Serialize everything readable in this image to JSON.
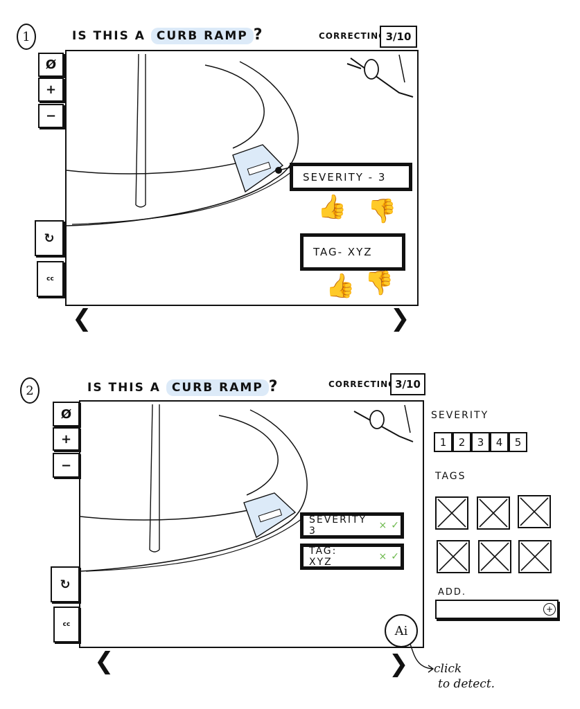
{
  "panel1": {
    "step_number": "1",
    "question_prefix": "IS THIS A",
    "question_highlight": "CURB RAMP",
    "question_suffix": "?",
    "counter_label": "CORRECTING",
    "counter_value": "3/10",
    "tools": {
      "reset": "Ø",
      "zoom_in": "+",
      "zoom_out": "−",
      "rotate": "↻",
      "captions": "cc"
    },
    "severity_label": "SEVERITY - 3",
    "tag_label": "TAG- XYZ",
    "thumbs_up": "👍",
    "thumbs_down": "👎",
    "prev_arrow": "❮",
    "next_arrow": "❯"
  },
  "panel2": {
    "step_number": "2",
    "question_prefix": "IS THIS A",
    "question_highlight": "CURB RAMP",
    "question_suffix": "?",
    "counter_label": "CORRECTING",
    "counter_value": "3/10",
    "tools": {
      "reset": "Ø",
      "zoom_in": "+",
      "zoom_out": "−",
      "rotate": "↻",
      "captions": "cc"
    },
    "severity_label": "SEVERITY 3",
    "tag_label": "TAG: XYZ",
    "reject_mark": "×",
    "accept_mark": "✓",
    "ai_button": "Ai",
    "prev_arrow": "❮",
    "next_arrow": "❯",
    "sidebar": {
      "severity_heading": "SEVERITY",
      "severity_scale": [
        "1",
        "2",
        "3",
        "4",
        "5"
      ],
      "tags_heading": "TAGS",
      "add_label": "ADD.",
      "add_plus": "+"
    },
    "annotation_line1": "click",
    "annotation_line2": "to detect."
  },
  "colors": {
    "ink": "#111111",
    "highlight": "#dceaf8",
    "accept": "#6bb84a"
  },
  "icons": [
    "reset-icon",
    "zoom-in-icon",
    "zoom-out-icon",
    "rotate-icon",
    "captions-icon",
    "thumbs-up-icon",
    "thumbs-down-icon",
    "chevron-left-icon",
    "chevron-right-icon",
    "ai-detect-icon",
    "add-circle-icon",
    "image-placeholder-icon"
  ]
}
